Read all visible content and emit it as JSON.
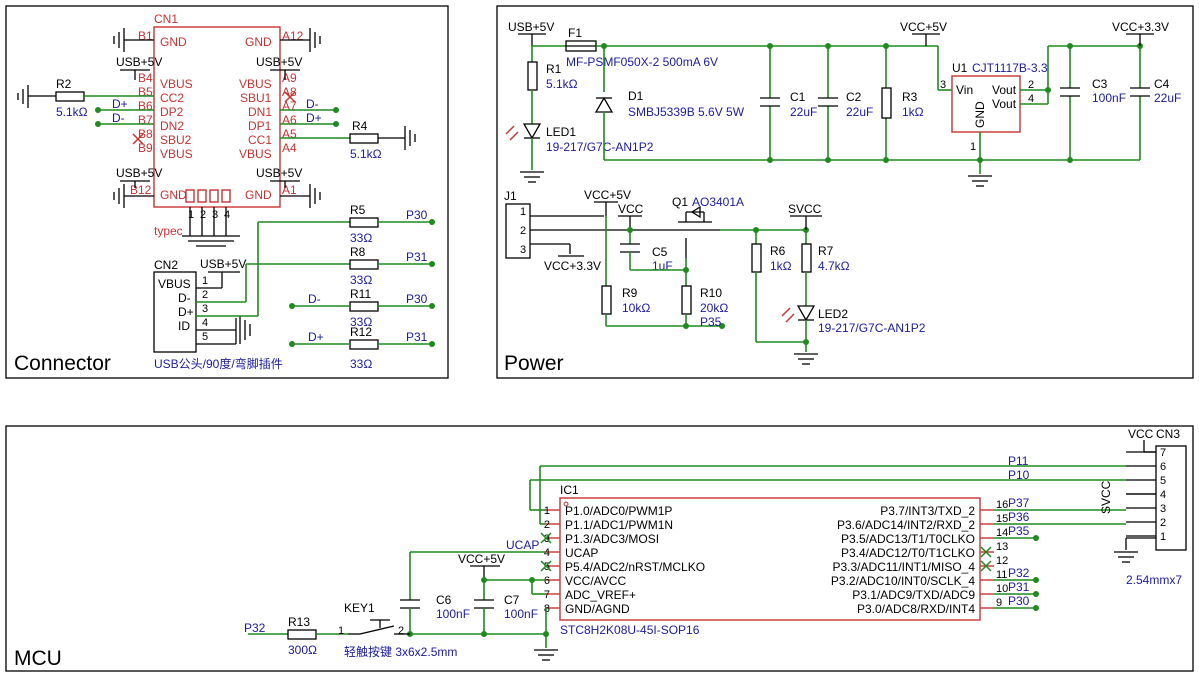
{
  "panels": {
    "connector": "Connector",
    "power": "Power",
    "mcu": "MCU"
  },
  "cn1": {
    "ref": "CN1",
    "package": "typec",
    "pins": {
      "b1": "B1",
      "b4": "B4",
      "b5": "B5",
      "b6": "B6",
      "b7": "B7",
      "b8": "B8",
      "b9": "B9",
      "b12": "B12",
      "a12": "A12",
      "a9": "A9",
      "a8": "A8",
      "a7": "A7",
      "a6": "A6",
      "a5": "A5",
      "a4": "A4",
      "a1": "A1"
    },
    "names": {
      "gnd": "GND",
      "vbus": "VBUS",
      "cc1": "CC1",
      "cc2": "CC2",
      "dp1": "DP1",
      "dp2": "DP2",
      "dn1": "DN1",
      "dn2": "DN2",
      "sbu1": "SBU1",
      "sbu2": "SBU2"
    },
    "shell_pins": [
      "1",
      "2",
      "3",
      "4"
    ]
  },
  "cn2": {
    "ref": "CN2",
    "value": "USB公头/90度/弯脚插件",
    "pins": [
      {
        "name": "VBUS",
        "num": "1"
      },
      {
        "name": "D-",
        "num": "2"
      },
      {
        "name": "D+",
        "num": "3"
      },
      {
        "name": "ID",
        "num": "4"
      },
      {
        "name": "",
        "num": "5"
      }
    ]
  },
  "connector_parts": {
    "r2": {
      "ref": "R2",
      "value": "5.1kΩ"
    },
    "r4": {
      "ref": "R4",
      "value": "5.1kΩ"
    },
    "r5": {
      "ref": "R5",
      "value": "33Ω"
    },
    "r8": {
      "ref": "R8",
      "value": "33Ω"
    },
    "r11": {
      "ref": "R11",
      "value": "33Ω"
    },
    "r12": {
      "ref": "R12",
      "value": "33Ω"
    }
  },
  "power_parts": {
    "f1": {
      "ref": "F1",
      "value": "MF-PSMF050X-2 500mA 6V"
    },
    "r1": {
      "ref": "R1",
      "value": "5.1kΩ"
    },
    "led1": {
      "ref": "LED1",
      "value": "19-217/G7C-AN1P2"
    },
    "d1": {
      "ref": "D1",
      "value": "SMBJ5339B 5.6V 5W"
    },
    "c1": {
      "ref": "C1",
      "value": "22uF"
    },
    "c2": {
      "ref": "C2",
      "value": "22uF"
    },
    "r3": {
      "ref": "R3",
      "value": "1kΩ"
    },
    "u1": {
      "ref": "U1",
      "value": "CJT1117B-3.3",
      "vin": "Vin",
      "vout": "Vout",
      "gnd": "GND",
      "p1": "1",
      "p2": "2",
      "p3": "3",
      "p4": "4"
    },
    "c3": {
      "ref": "C3",
      "value": "100nF"
    },
    "c4": {
      "ref": "C4",
      "value": "22uF"
    },
    "j1": {
      "ref": "J1",
      "pins": [
        "1",
        "2",
        "3"
      ]
    },
    "q1": {
      "ref": "Q1",
      "value": "AO3401A"
    },
    "c5": {
      "ref": "C5",
      "value": "1uF"
    },
    "r9": {
      "ref": "R9",
      "value": "10kΩ"
    },
    "r10": {
      "ref": "R10",
      "value": "20kΩ"
    },
    "r6": {
      "ref": "R6",
      "value": "1kΩ"
    },
    "r7": {
      "ref": "R7",
      "value": "4.7kΩ"
    },
    "led2": {
      "ref": "LED2",
      "value": "19-217/G7C-AN1P2"
    }
  },
  "nets": {
    "usb5v": "USB+5V",
    "vcc5v": "VCC+5V",
    "vcc33": "VCC+3.3V",
    "vcc": "VCC",
    "svcc": "SVCC",
    "dplus": "D+",
    "dminus": "D-",
    "p30": "P30",
    "p31": "P31",
    "p32": "P32",
    "p35": "P35",
    "p36": "P36",
    "p37": "P37",
    "p10": "P10",
    "p11": "P11",
    "ucap": "UCAP"
  },
  "mcu": {
    "ic1": {
      "ref": "IC1",
      "value": "STC8H2K08U-45I-SOP16",
      "left_pins": [
        {
          "num": "1",
          "name": "P1.0/ADC0/PWM1P"
        },
        {
          "num": "2",
          "name": "P1.1/ADC1/PWM1N"
        },
        {
          "num": "3",
          "name": "P1.3/ADC3/MOSI"
        },
        {
          "num": "4",
          "name": "UCAP"
        },
        {
          "num": "5",
          "name": "P5.4/ADC2/nRST/MCLKO"
        },
        {
          "num": "6",
          "name": "VCC/AVCC"
        },
        {
          "num": "7",
          "name": "ADC_VREF+"
        },
        {
          "num": "8",
          "name": "GND/AGND"
        }
      ],
      "right_pins": [
        {
          "num": "16",
          "name": "P3.7/INT3/TXD_2"
        },
        {
          "num": "15",
          "name": "P3.6/ADC14/INT2/RXD_2"
        },
        {
          "num": "14",
          "name": "P3.5/ADC13/T1/T0CLKO"
        },
        {
          "num": "13",
          "name": "P3.4/ADC12/T0/T1CLKO"
        },
        {
          "num": "12",
          "name": "P3.3/ADC11/INT1/MISO_4"
        },
        {
          "num": "11",
          "name": "P3.2/ADC10/INT0/SCLK_4"
        },
        {
          "num": "10",
          "name": "P3.1/ADC9/TXD/ADC9"
        },
        {
          "num": "9",
          "name": "P3.0/ADC8/RXD/INT4"
        }
      ]
    },
    "c6": {
      "ref": "C6",
      "value": "100nF"
    },
    "c7": {
      "ref": "C7",
      "value": "100nF"
    },
    "r13": {
      "ref": "R13",
      "value": "300Ω"
    },
    "key1": {
      "ref": "KEY1",
      "value": "轻触按键 3x6x2.5mm",
      "p1": "1",
      "p2": "2"
    },
    "cn3": {
      "ref": "CN3",
      "value": "2.54mmx7",
      "pins": [
        "7",
        "6",
        "5",
        "4",
        "3",
        "2",
        "1"
      ]
    }
  }
}
